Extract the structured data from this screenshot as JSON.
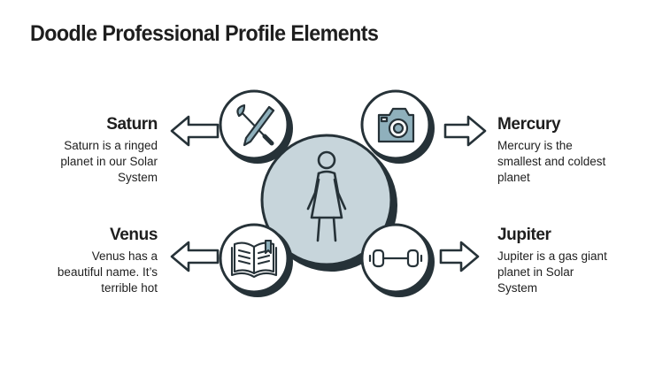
{
  "title": "Doodle Professional Profile Elements",
  "colors": {
    "outline": "#263238",
    "center_fill": "#c7d5db",
    "icon_accent": "#8fb0bc",
    "shadow": "#263238"
  },
  "center": {
    "icon": "woman-icon"
  },
  "items": [
    {
      "key": "saturn",
      "side": "left",
      "icon": "brush-pencil-icon",
      "heading": "Saturn",
      "desc_lines": [
        "Saturn is a ringed",
        "planet in our Solar",
        "System"
      ]
    },
    {
      "key": "mercury",
      "side": "right",
      "icon": "camera-icon",
      "heading": "Mercury",
      "desc_lines": [
        "Mercury is the",
        "smallest and coldest",
        "planet"
      ]
    },
    {
      "key": "venus",
      "side": "left",
      "icon": "open-book-icon",
      "heading": "Venus",
      "desc_lines": [
        "Venus has a",
        "beautiful name. It’s",
        "terrible hot"
      ]
    },
    {
      "key": "jupiter",
      "side": "right",
      "icon": "dumbbell-icon",
      "heading": "Jupiter",
      "desc_lines": [
        "Jupiter is a gas giant",
        "planet in Solar",
        "System"
      ]
    }
  ]
}
